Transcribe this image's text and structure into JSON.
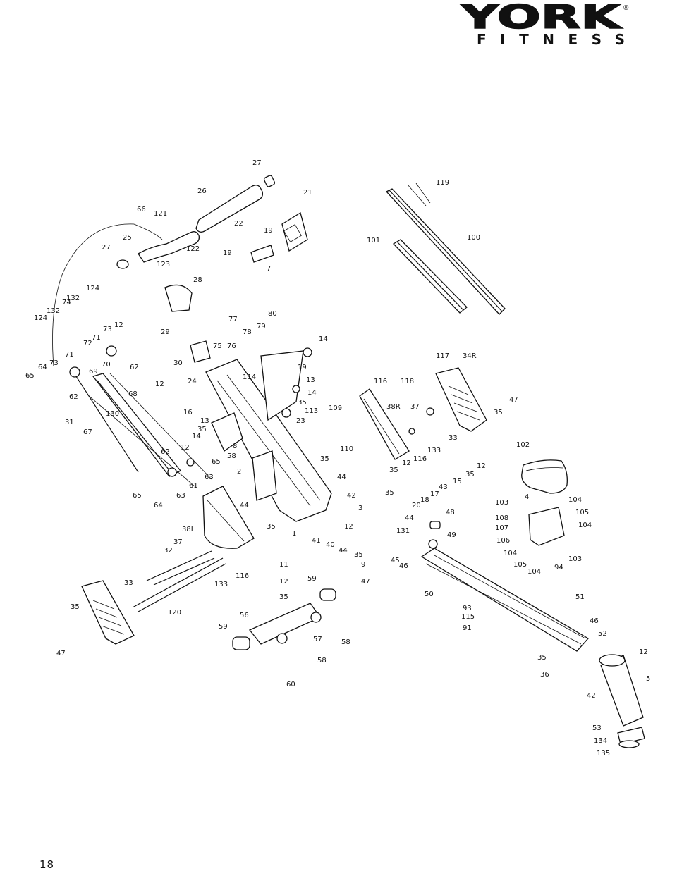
{
  "brand": {
    "name": "YORK",
    "subtitle": "FITNESS",
    "registered_mark": "®"
  },
  "page_number": "18",
  "callouts": [
    {
      "id": "c27a",
      "text": "27"
    },
    {
      "id": "c26",
      "text": "26"
    },
    {
      "id": "c21",
      "text": "21"
    },
    {
      "id": "c119",
      "text": "119"
    },
    {
      "id": "c66",
      "text": "66"
    },
    {
      "id": "c121",
      "text": "121"
    },
    {
      "id": "c22",
      "text": "22"
    },
    {
      "id": "c19a",
      "text": "19"
    },
    {
      "id": "c101",
      "text": "101"
    },
    {
      "id": "c100",
      "text": "100"
    },
    {
      "id": "c25",
      "text": "25"
    },
    {
      "id": "c27b",
      "text": "27"
    },
    {
      "id": "c122",
      "text": "122"
    },
    {
      "id": "c19b",
      "text": "19"
    },
    {
      "id": "c123",
      "text": "123"
    },
    {
      "id": "c7",
      "text": "7"
    },
    {
      "id": "c28",
      "text": "28"
    },
    {
      "id": "c124a",
      "text": "124"
    },
    {
      "id": "c132a",
      "text": "132"
    },
    {
      "id": "c74",
      "text": "74"
    },
    {
      "id": "c124b",
      "text": "124"
    },
    {
      "id": "c132b",
      "text": "132"
    },
    {
      "id": "c80",
      "text": "80"
    },
    {
      "id": "c73a",
      "text": "73"
    },
    {
      "id": "c12a",
      "text": "12"
    },
    {
      "id": "c29",
      "text": "29"
    },
    {
      "id": "c77",
      "text": "77"
    },
    {
      "id": "c78",
      "text": "78"
    },
    {
      "id": "c79",
      "text": "79"
    },
    {
      "id": "c14a",
      "text": "14"
    },
    {
      "id": "c72",
      "text": "72"
    },
    {
      "id": "c71a",
      "text": "71"
    },
    {
      "id": "c75",
      "text": "75"
    },
    {
      "id": "c76",
      "text": "76"
    },
    {
      "id": "c117",
      "text": "117"
    },
    {
      "id": "c34r",
      "text": "34R"
    },
    {
      "id": "c71b",
      "text": "71"
    },
    {
      "id": "c70",
      "text": "70"
    },
    {
      "id": "c62a",
      "text": "62"
    },
    {
      "id": "c30",
      "text": "30"
    },
    {
      "id": "c19c",
      "text": "19"
    },
    {
      "id": "c114",
      "text": "114"
    },
    {
      "id": "c13a",
      "text": "13"
    },
    {
      "id": "c65a",
      "text": "65"
    },
    {
      "id": "c64a",
      "text": "64"
    },
    {
      "id": "c73b",
      "text": "73"
    },
    {
      "id": "c69",
      "text": "69"
    },
    {
      "id": "c12b",
      "text": "12"
    },
    {
      "id": "c24",
      "text": "24"
    },
    {
      "id": "c116a",
      "text": "116"
    },
    {
      "id": "c118",
      "text": "118"
    },
    {
      "id": "c14b",
      "text": "14"
    },
    {
      "id": "c62b",
      "text": "62"
    },
    {
      "id": "c68",
      "text": "68"
    },
    {
      "id": "c35a",
      "text": "35"
    },
    {
      "id": "c47a",
      "text": "47"
    },
    {
      "id": "c16",
      "text": "16"
    },
    {
      "id": "c113",
      "text": "113"
    },
    {
      "id": "c109",
      "text": "109"
    },
    {
      "id": "c38r",
      "text": "38R"
    },
    {
      "id": "c37a",
      "text": "37"
    },
    {
      "id": "c35b",
      "text": "35"
    },
    {
      "id": "c31",
      "text": "31"
    },
    {
      "id": "c130",
      "text": "130"
    },
    {
      "id": "c13b",
      "text": "13"
    },
    {
      "id": "c23",
      "text": "23"
    },
    {
      "id": "c67",
      "text": "67"
    },
    {
      "id": "c35c",
      "text": "35"
    },
    {
      "id": "c14c",
      "text": "14"
    },
    {
      "id": "c33a",
      "text": "33"
    },
    {
      "id": "c102",
      "text": "102"
    },
    {
      "id": "c110",
      "text": "110"
    },
    {
      "id": "c133a",
      "text": "133"
    },
    {
      "id": "c12c",
      "text": "12"
    },
    {
      "id": "c62c",
      "text": "62"
    },
    {
      "id": "c8",
      "text": "8"
    },
    {
      "id": "c58",
      "text": "58"
    },
    {
      "id": "c65b",
      "text": "65"
    },
    {
      "id": "c35d",
      "text": "35"
    },
    {
      "id": "c116b",
      "text": "116"
    },
    {
      "id": "c12d",
      "text": "12"
    },
    {
      "id": "c35e",
      "text": "35"
    },
    {
      "id": "c12e",
      "text": "12"
    },
    {
      "id": "c35f",
      "text": "35"
    },
    {
      "id": "c2",
      "text": "2"
    },
    {
      "id": "c63a",
      "text": "63"
    },
    {
      "id": "c44a",
      "text": "44"
    },
    {
      "id": "c15",
      "text": "15"
    },
    {
      "id": "c61",
      "text": "61"
    },
    {
      "id": "c43",
      "text": "43"
    },
    {
      "id": "c65c",
      "text": "65"
    },
    {
      "id": "c63b",
      "text": "63"
    },
    {
      "id": "c35g",
      "text": "35"
    },
    {
      "id": "c17",
      "text": "17"
    },
    {
      "id": "c4",
      "text": "4"
    },
    {
      "id": "c104a",
      "text": "104"
    },
    {
      "id": "c64b",
      "text": "64"
    },
    {
      "id": "c42",
      "text": "42"
    },
    {
      "id": "c18",
      "text": "18"
    },
    {
      "id": "c103a",
      "text": "103"
    },
    {
      "id": "c44b",
      "text": "44"
    },
    {
      "id": "c20",
      "text": "20"
    },
    {
      "id": "c105a",
      "text": "105"
    },
    {
      "id": "c3",
      "text": "3"
    },
    {
      "id": "c48",
      "text": "48"
    },
    {
      "id": "c108",
      "text": "108"
    },
    {
      "id": "c38l",
      "text": "38L"
    },
    {
      "id": "c35h",
      "text": "35"
    },
    {
      "id": "c44c",
      "text": "44"
    },
    {
      "id": "c104b",
      "text": "104"
    },
    {
      "id": "c107",
      "text": "107"
    },
    {
      "id": "c1",
      "text": "1"
    },
    {
      "id": "c12f",
      "text": "12"
    },
    {
      "id": "c131",
      "text": "131"
    },
    {
      "id": "c37b",
      "text": "37"
    },
    {
      "id": "c41",
      "text": "41"
    },
    {
      "id": "c49",
      "text": "49"
    },
    {
      "id": "c106",
      "text": "106"
    },
    {
      "id": "c32",
      "text": "32"
    },
    {
      "id": "c40",
      "text": "40"
    },
    {
      "id": "c44d",
      "text": "44"
    },
    {
      "id": "c35i",
      "text": "35"
    },
    {
      "id": "c104c",
      "text": "104"
    },
    {
      "id": "c103b",
      "text": "103"
    },
    {
      "id": "c9",
      "text": "9"
    },
    {
      "id": "c45",
      "text": "45"
    },
    {
      "id": "c105b",
      "text": "105"
    },
    {
      "id": "c46a",
      "text": "46"
    },
    {
      "id": "c94",
      "text": "94"
    },
    {
      "id": "c11",
      "text": "11"
    },
    {
      "id": "c104d",
      "text": "104"
    },
    {
      "id": "c116c",
      "text": "116"
    },
    {
      "id": "c47b",
      "text": "47"
    },
    {
      "id": "c33b",
      "text": "33"
    },
    {
      "id": "c12g",
      "text": "12"
    },
    {
      "id": "c59a",
      "text": "59"
    },
    {
      "id": "c133b",
      "text": "133"
    },
    {
      "id": "c50",
      "text": "50"
    },
    {
      "id": "c35j",
      "text": "35"
    },
    {
      "id": "c51",
      "text": "51"
    },
    {
      "id": "c35k",
      "text": "35"
    },
    {
      "id": "c120",
      "text": "120"
    },
    {
      "id": "c56",
      "text": "56"
    },
    {
      "id": "c93",
      "text": "93"
    },
    {
      "id": "c115",
      "text": "115"
    },
    {
      "id": "c46b",
      "text": "46"
    },
    {
      "id": "c91",
      "text": "91"
    },
    {
      "id": "c59b",
      "text": "59"
    },
    {
      "id": "c52",
      "text": "52"
    },
    {
      "id": "c57",
      "text": "57"
    },
    {
      "id": "c58b",
      "text": "58"
    },
    {
      "id": "c12h",
      "text": "12"
    },
    {
      "id": "c47c",
      "text": "47"
    },
    {
      "id": "c35l",
      "text": "35"
    },
    {
      "id": "c58c",
      "text": "58"
    },
    {
      "id": "c36",
      "text": "36"
    },
    {
      "id": "c5",
      "text": "5"
    },
    {
      "id": "c60",
      "text": "60"
    },
    {
      "id": "c42b",
      "text": "42"
    },
    {
      "id": "c53",
      "text": "53"
    },
    {
      "id": "c134",
      "text": "134"
    },
    {
      "id": "c135",
      "text": "135"
    }
  ]
}
